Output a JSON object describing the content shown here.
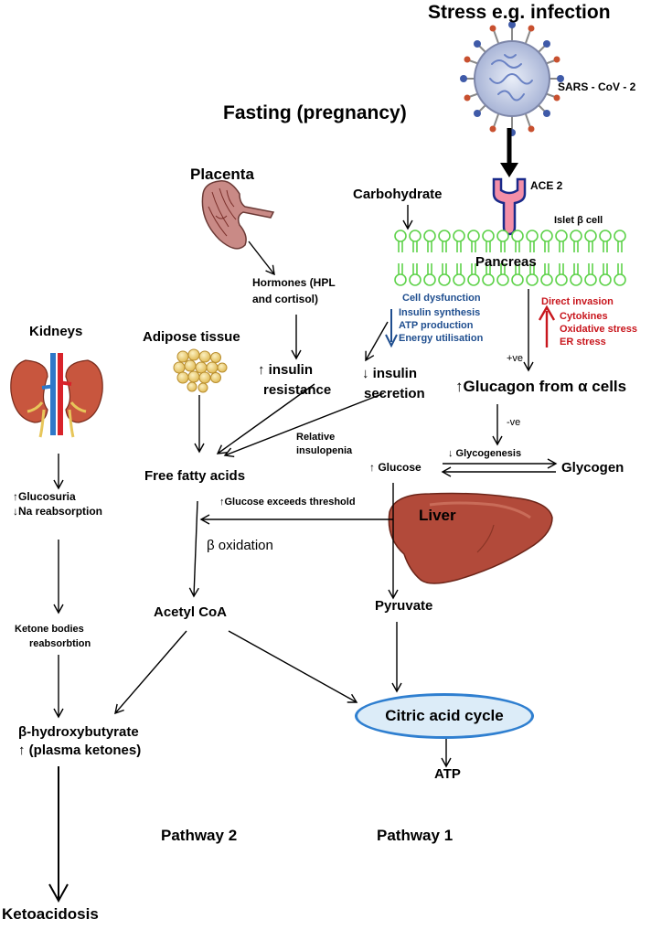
{
  "labels": {
    "stress": "Stress e.g. infection",
    "virus": "SARS - CoV - 2",
    "fasting": "Fasting (pregnancy)",
    "placenta": "Placenta",
    "carbohydrate": "Carbohydrate",
    "ace2": "ACE 2",
    "islet": "Islet β cell",
    "pancreas": "Pancreas",
    "hormones_1": "Hormones (HPL",
    "hormones_2": "and cortisol)",
    "kidneys": "Kidneys",
    "adipose": "Adipose tissue",
    "insulin_resistance_1": "↑ insulin",
    "insulin_resistance_2": "resistance",
    "insulin_secretion_1": "↓ insulin",
    "insulin_secretion_2": "secretion",
    "plus_ve": "+ve",
    "glucagon": "↑Glucagon from α cells",
    "minus_ve": "-ve",
    "relative_1": "Relative",
    "relative_2": "insulopenia",
    "free_fatty_acids": "Free fatty acids",
    "glucose": "↑ Glucose",
    "glycogenesis": "↓ Glycogenesis",
    "glycogen": "Glycogen",
    "glucosuria": "↑Glucosuria",
    "na_reabsorption": "↓Na reabsorption",
    "threshold": "↑Glucose exceeds threshold",
    "liver": "Liver",
    "beta_oxidation": "β oxidation",
    "acetyl_coa": "Acetyl CoA",
    "pyruvate": "Pyruvate",
    "ketone_1": "Ketone bodies",
    "ketone_2": "reabsorbtion",
    "citric": "Citric acid cycle",
    "bhb": "β-hydroxybutyrate",
    "plasma_ketones": "↑ (plasma ketones)",
    "atp": "ATP",
    "pathway2": "Pathway 2",
    "pathway1": "Pathway 1",
    "ketoacidosis": "Ketoacidosis"
  },
  "cell_effects": {
    "items": [
      "Cell dysfunction",
      "Insulin synthesis",
      "ATP production",
      "Energy utilisation"
    ],
    "color": "#1f4e8f"
  },
  "virus_effects": {
    "items": [
      "Direct invasion",
      "Cytokines",
      "Oxidative stress",
      "ER stress"
    ],
    "color": "#c8161d"
  },
  "colors": {
    "membrane": "#5ed24a",
    "ace2": "#f48fa8",
    "ace2_outline": "#1a2a8a",
    "liver": "#b24a3a",
    "kidney": "#c8563e",
    "citric_fill": "#dcecf8",
    "citric_border": "#2f7fd0",
    "fat": "#efd27e"
  }
}
